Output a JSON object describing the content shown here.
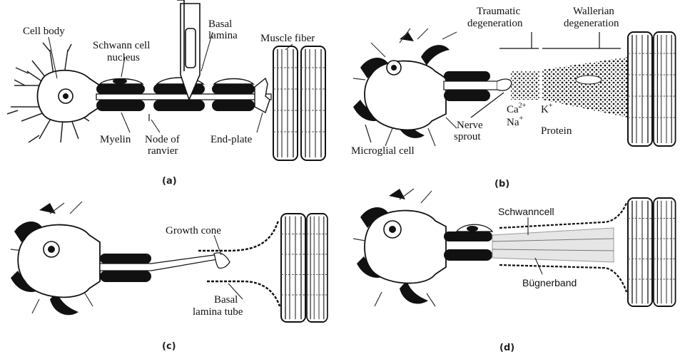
{
  "panels": {
    "a": {
      "caption": "(a)",
      "labels": {
        "cell_body": "Cell body",
        "schwann_1": "Schwann cell",
        "schwann_2": "nucleus",
        "basal_1": "Basal",
        "basal_2": "lamina",
        "muscle_fiber": "Muscle fiber",
        "myelin": "Myelin",
        "node_1": "Node of",
        "node_2": "ranvier",
        "end_plate": "End-plate"
      }
    },
    "b": {
      "caption": "(b)",
      "labels": {
        "traumatic_1": "Traumatic",
        "traumatic_2": "degeneration",
        "wallerian_1": "Wallerian",
        "wallerian_2": "degeneration",
        "nerve_1": "Nerve",
        "nerve_2": "sprout",
        "ca": "Ca",
        "ca_sup": "2+",
        "na": "Na",
        "na_sup": "+",
        "k": "K",
        "k_sup": "+",
        "protein": "Protein",
        "microglial": "Microglial cell"
      }
    },
    "c": {
      "caption": "(c)",
      "labels": {
        "growth_cone": "Growth cone",
        "basal_1": "Basal",
        "basal_2": "lamina tube"
      }
    },
    "d": {
      "caption": "(d)",
      "labels": {
        "schwann": "Schwanncell",
        "bungner": "Bügnerband"
      }
    }
  },
  "colors": {
    "ink": "#111111",
    "paper": "#ffffff",
    "gray": "#9a9a9a"
  }
}
